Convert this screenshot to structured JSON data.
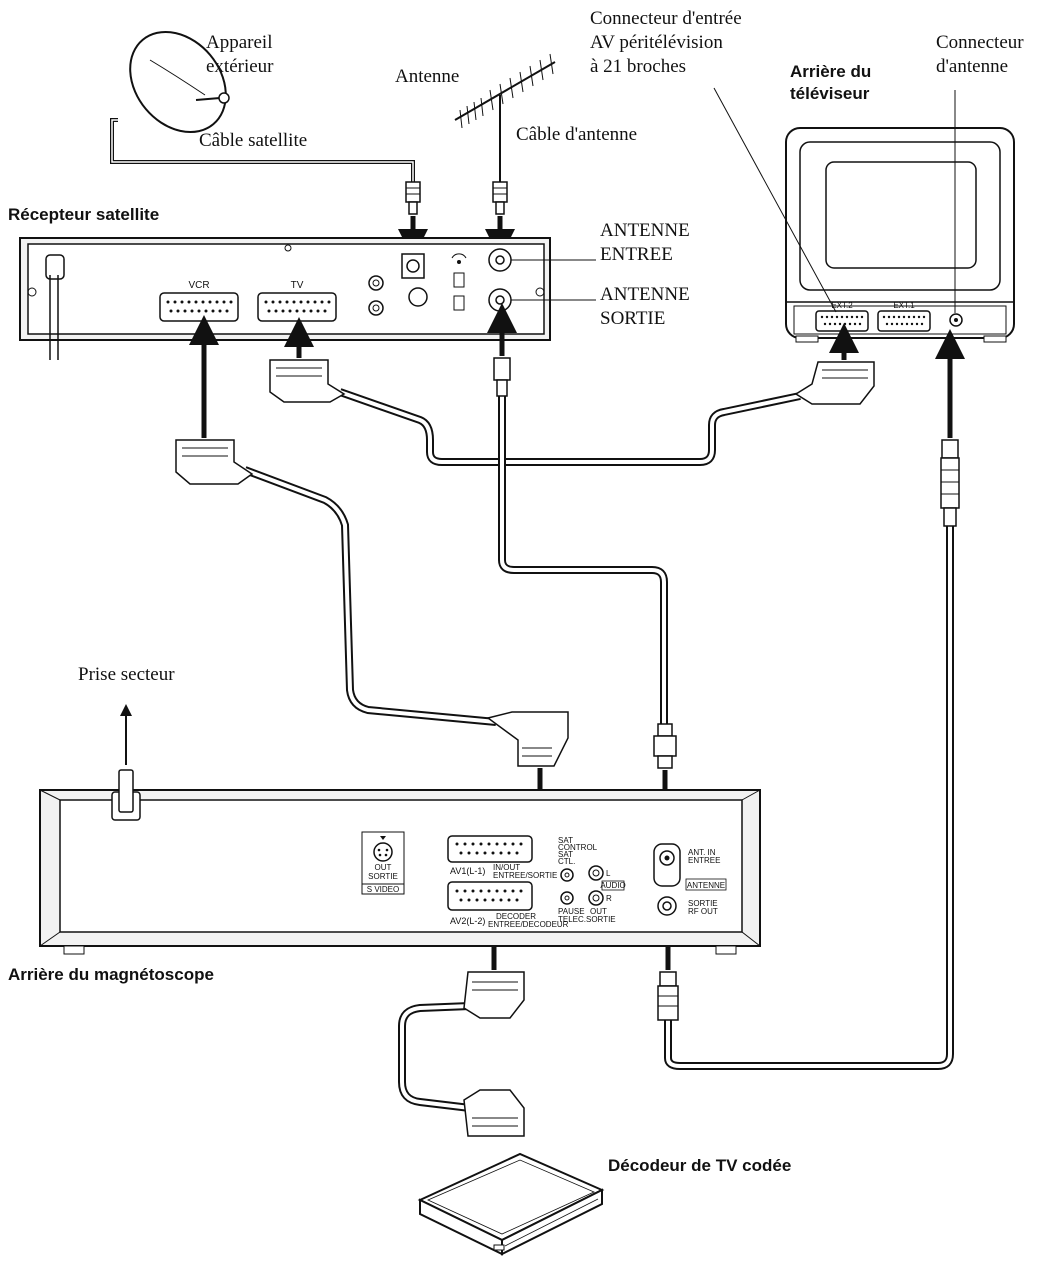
{
  "labels": {
    "appareil_exterieur": [
      "Appareil",
      "extérieur"
    ],
    "cable_satellite": "Câble satellite",
    "antenne": "Antenne",
    "cable_antenne": "Câble d'antenne",
    "connecteur_peritel": [
      "Connecteur d'entrée",
      "AV péritélévision",
      "à 21 broches"
    ],
    "connecteur_antenne": [
      "Connecteur",
      "d'antenne"
    ],
    "arriere_televiseur": [
      "Arrière du",
      "téléviseur"
    ],
    "recepteur_satellite": "Récepteur satellite",
    "antenne_entree": [
      "ANTENNE",
      "ENTREE"
    ],
    "antenne_sortie": [
      "ANTENNE",
      "SORTIE"
    ],
    "prise_secteur": "Prise secteur",
    "arriere_magnetoscope": "Arrière du magnétoscope",
    "decodeur": "Décodeur de TV codée"
  },
  "receiver_panel": {
    "vcr": "VCR",
    "tv": "TV"
  },
  "tv_panel": {
    "ext2": "EXT.2",
    "ext1": "EXT.1"
  },
  "vcr_panel": {
    "svideo_out": "OUT",
    "svideo_sortie": "SORTIE",
    "svideo": "S VIDEO",
    "av1": "AV1(L-1)",
    "inout": "IN/OUT",
    "entree_sortie": "ENTREE/SORTIE",
    "av2": "AV2(L-2)",
    "decoder": "DECODER",
    "entree_decodeur": "ENTREE/DECODEUR",
    "sat_control": [
      "SAT",
      "CONTROL",
      "SAT",
      "CTL."
    ],
    "pause": [
      "PAUSE",
      "TELEC."
    ],
    "out_sortie": [
      "OUT",
      "SORTIE"
    ],
    "audio": "AUDIO",
    "audio_l": "L",
    "audio_r": "R",
    "ant_in": [
      "ANT. IN",
      "ENTREE"
    ],
    "antenne_box": "ANTENNE",
    "sortie_rf": [
      "SORTIE",
      "RF OUT"
    ]
  },
  "colors": {
    "ink": "#111111",
    "paper": "#ffffff",
    "panel": "#f2f2f2"
  }
}
